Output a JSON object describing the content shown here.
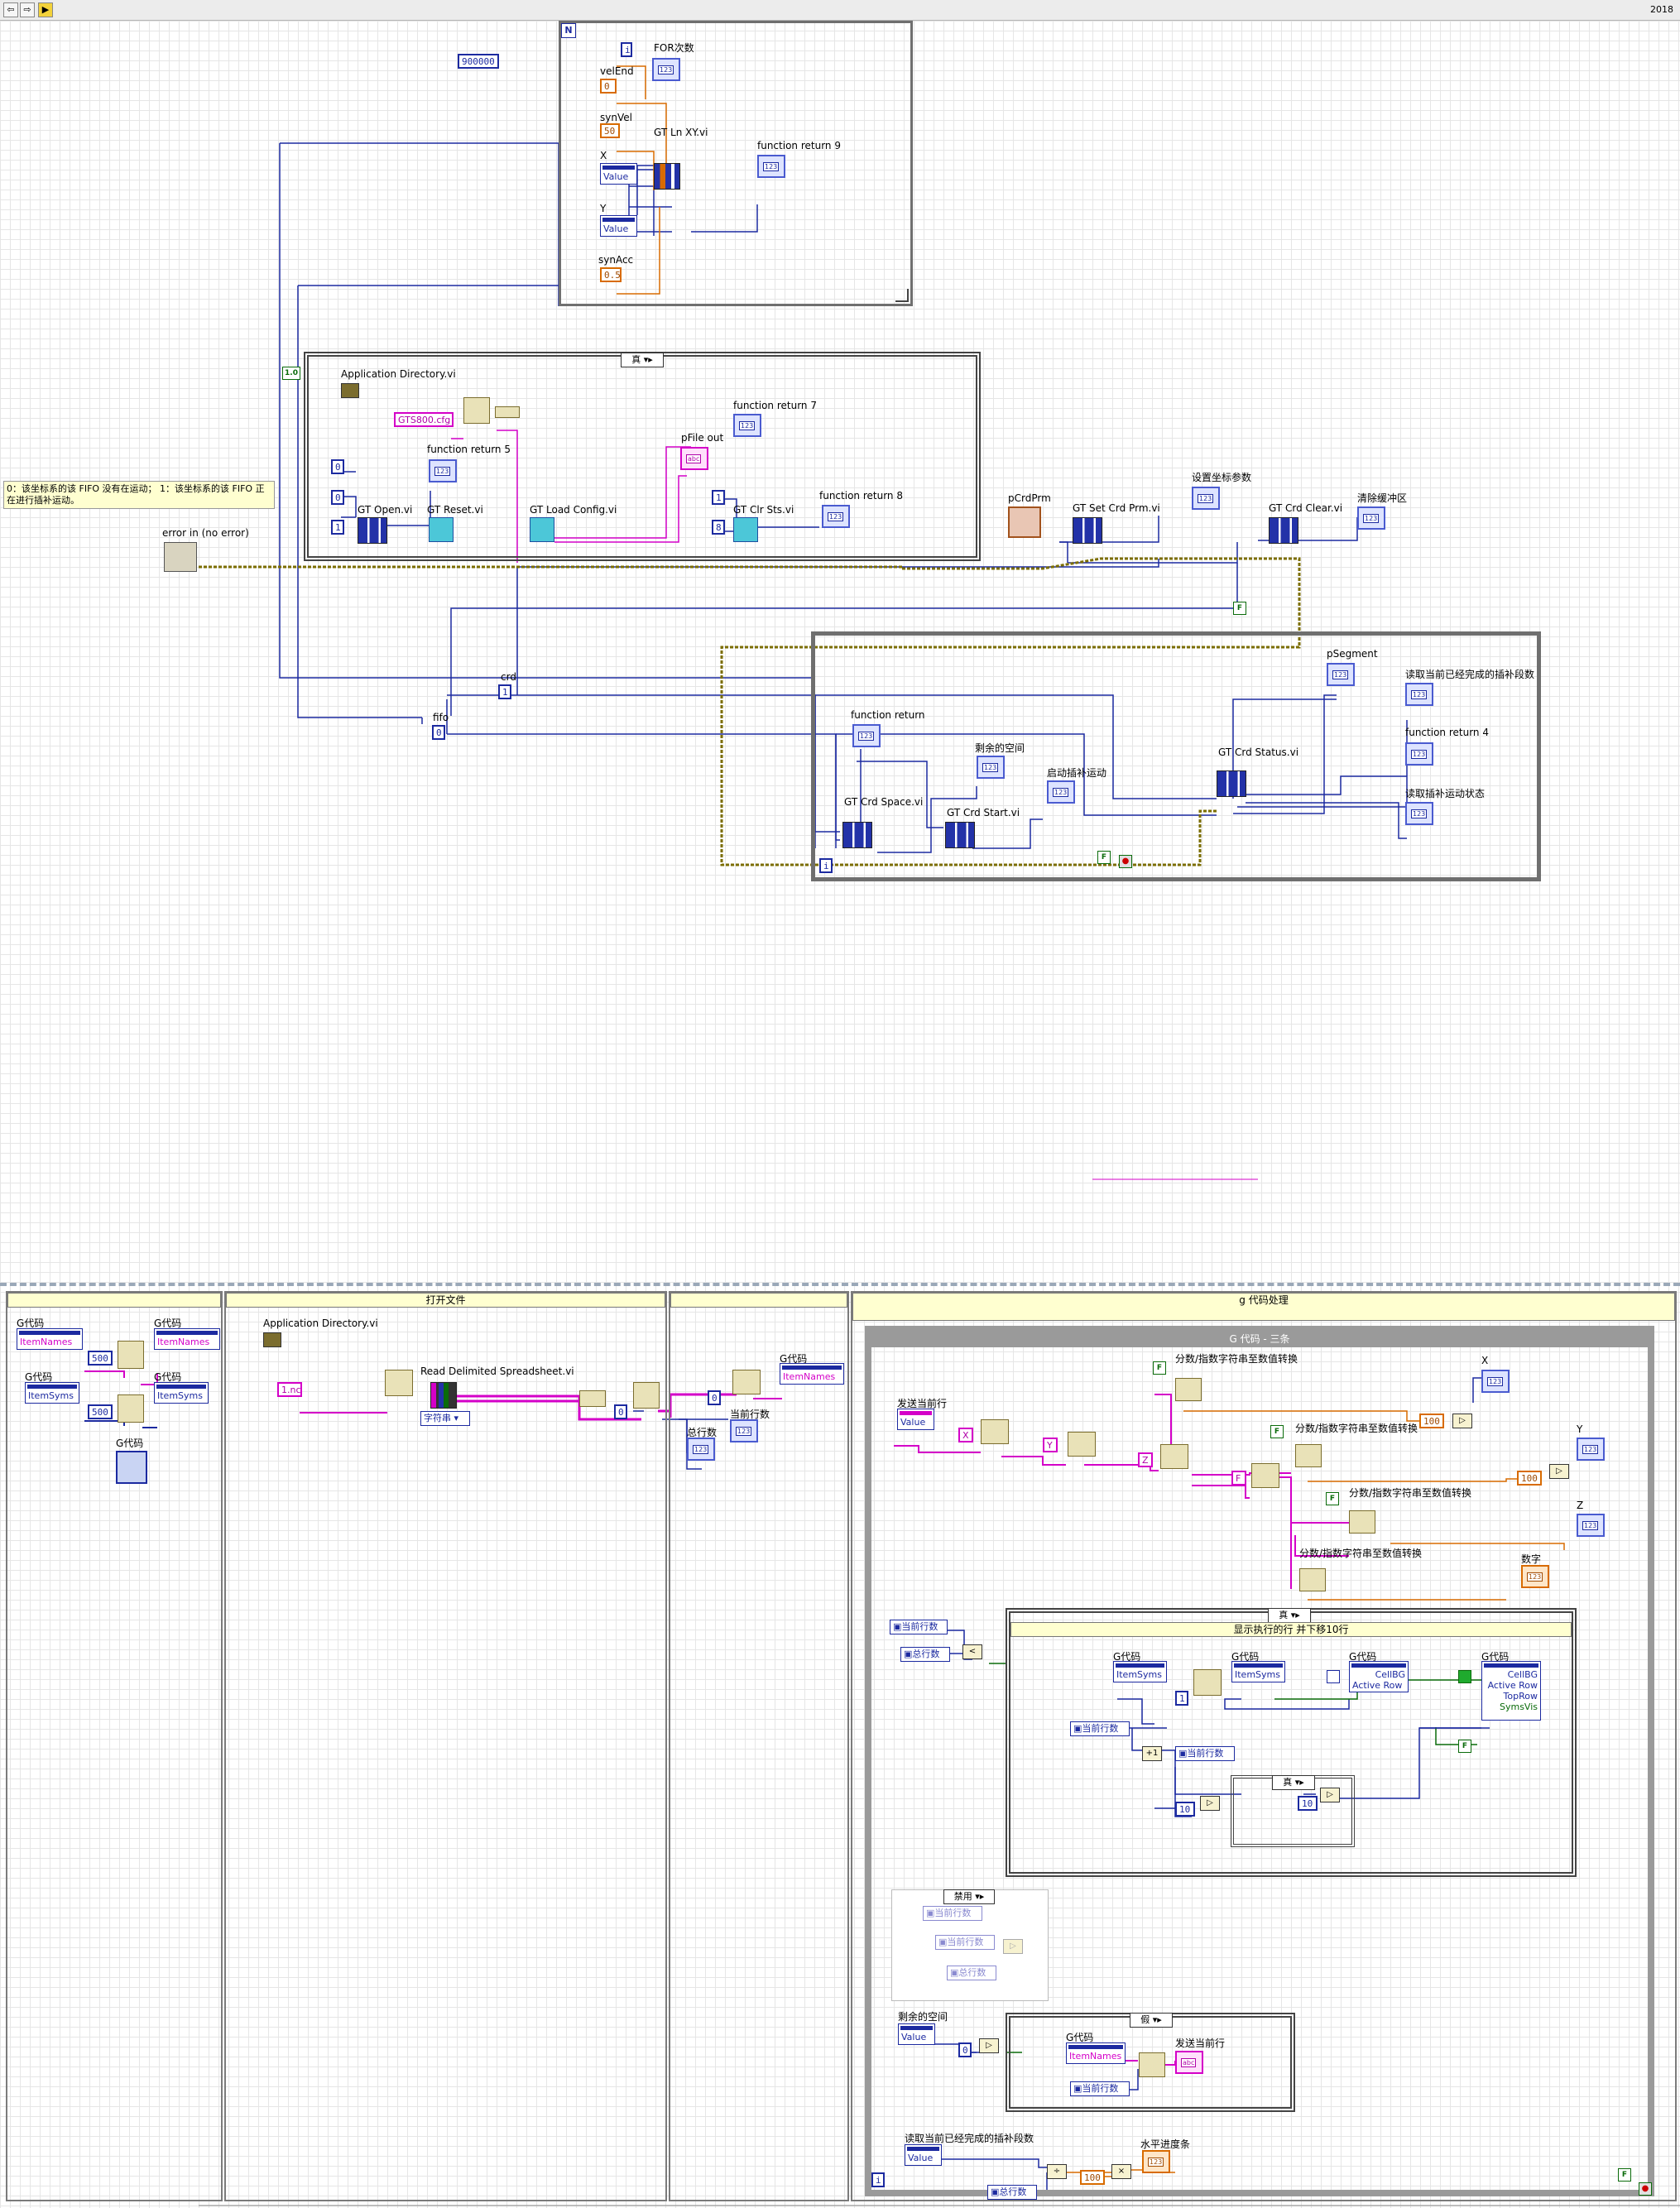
{
  "toolbar": {
    "version": "2018",
    "nav_back": "⇦",
    "nav_fwd": "⇨"
  },
  "top_loop": {
    "iteration_count_const": "900000",
    "terminal_n": "N",
    "terminal_i": "i",
    "labels": {
      "for_count": "FOR次数",
      "vel_end": "velEnd",
      "vel_end_val": "0",
      "syn_vel": "synVel",
      "syn_vel_val": "50",
      "x": "X",
      "y": "Y",
      "syn_acc": "synAcc",
      "syn_acc_val": "0.5",
      "value": "Value",
      "gt_ln_xy": "GT Ln XY.vi",
      "function_return_9": "function return 9"
    }
  },
  "init_case": {
    "selector": "真",
    "bool_const": "1.0",
    "application_directory": "Application Directory.vi",
    "cfg_file": "GTS800.cfg",
    "gt_open": "GT Open.vi",
    "gt_reset": "GT Reset.vi",
    "gt_load_config": "GT Load Config.vi",
    "gt_clr_sts": "GT Clr Sts.vi",
    "function_return_5": "function return 5",
    "function_return_7": "function return 7",
    "function_return_8": "function return 8",
    "pfile_out": "pFile out",
    "zero_a": "0",
    "zero_b": "0",
    "one_a": "1",
    "one_b": "1",
    "eight": "8"
  },
  "comment": "0：该坐标系的该 FIFO 没有在运动； 1：该坐标系的该 FIFO 正在进行插补运动。",
  "error_in_label": "error in (no error)",
  "crd_section": {
    "pcrdprm": "pCrdPrm",
    "gt_set_crd_prm": "GT Set Crd Prm.vi",
    "set_coord_params": "设置坐标参数",
    "gt_crd_clear": "GT Crd Clear.vi",
    "clear_buffer": "清除缓冲区",
    "f_const": "F",
    "crd": "crd",
    "crd_val": "1",
    "fifo": "fifo",
    "fifo_val": "0"
  },
  "status_loop": {
    "function_return": "function return",
    "remaining_space": "剩余的空间",
    "gt_crd_space": "GT Crd Space.vi",
    "gt_crd_start": "GT Crd Start.vi",
    "start_interp": "启动插补运动",
    "psegment": "pSegment",
    "read_done_segments": "读取当前已经完成的插补段数",
    "gt_crd_status": "GT Crd Status.vi",
    "function_return_4": "function return 4",
    "read_interp_state": "读取插补运动状态",
    "stop_const": "F",
    "iter": "i"
  },
  "seq1": {
    "g_code": "G代码",
    "item_names": "ItemNames",
    "item_syms": "ItemSyms",
    "n500a": "500",
    "n500b": "500"
  },
  "seq2": {
    "header": "打开文件",
    "application_directory": "Application Directory.vi",
    "file": "1.nc",
    "read_delimited": "Read Delimited Spreadsheet.vi",
    "string_mode": "字符串",
    "zero": "0"
  },
  "seq3": {
    "g_code": "G代码",
    "item_names": "ItemNames",
    "zero": "0",
    "current_row": "当前行数",
    "total_rows": "总行数"
  },
  "seq4": {
    "header": "g 代码处理",
    "inner_header": "G 代码 - 三条",
    "send_current_row": "发送当前行",
    "value": "Value",
    "x_const": "X",
    "y_const": "Y",
    "z_const": "Z",
    "f_const": "F",
    "bool_f": "F",
    "convert": "分数/指数字符串至数值转换",
    "n100a": "100",
    "n100b": "100",
    "n100c": "100",
    "x_out": "X",
    "y_out": "Y",
    "z_out": "Z",
    "number_out": "数字",
    "current_rows_local": "当前行数",
    "total_rows_local": "总行数",
    "true_case": "真",
    "show_executed_row": "显示执行的行 并下移10行",
    "g_code": "G代码",
    "item_syms": "ItemSyms",
    "cell_bg": "CellBG",
    "active_row": "Active Row",
    "top_row": "TopRow",
    "syms_vis": "SymsVis",
    "one": "1",
    "ten_a": "10",
    "ten_b": "10",
    "disabled_case": "禁用",
    "false_case": "假",
    "remaining_space": "剩余的空间",
    "item_names": "ItemNames",
    "read_done_segments": "读取当前已经完成的插补段数",
    "horizontal_progress": "水平进度条",
    "zero": "0",
    "iter": "i"
  },
  "colors": {
    "u32_wire": "#1c2aa0",
    "dbl_wire": "#d86b00",
    "str_wire": "#d400c8",
    "err_wire": "#7b6d00",
    "bool_wire": "#0a6b0a"
  }
}
